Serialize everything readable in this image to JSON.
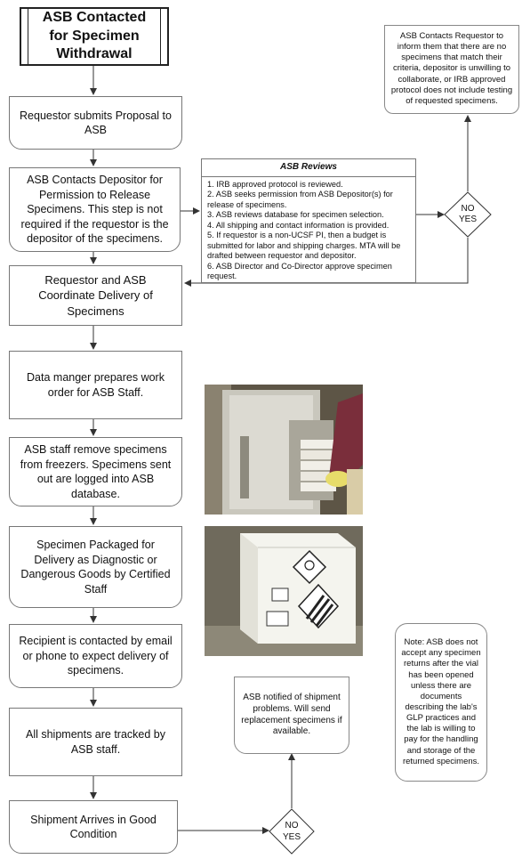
{
  "title": "ASB Contacted for Specimen Withdrawal",
  "steps": {
    "submit": "Requestor submits Proposal to ASB",
    "contact_depositor": "ASB Contacts Depositor for Permission to Release Specimens.  This step is not required  if the requestor is the depositor of the specimens.",
    "coordinate": "Requestor and ASB Coordinate Delivery of Specimens",
    "data_manager": "Data manger prepares work order for ASB Staff.",
    "remove": "ASB staff remove specimens from freezers. Specimens sent out are logged into ASB database.",
    "packaged": "Specimen Packaged for Delivery as Diagnostic or Dangerous Goods by Certified Staff",
    "recipient": "Recipient is contacted by email or phone to expect delivery of specimens.",
    "tracked": "All shipments are tracked by ASB staff.",
    "arrives": "Shipment Arrives in Good Condition"
  },
  "reviews": {
    "title": "ASB Reviews",
    "items": [
      "1.  IRB approved protocol is reviewed.",
      "2.  ASB seeks permission from ASB Depositor(s) for release of specimens.",
      "3.  ASB reviews database for specimen selection.",
      "4.  All shipping and contact information is provided.",
      "5.  If requestor is a non-UCSF PI, then a  budget is submitted for labor and shipping charges. MTA will be drafted between requestor and depositor.",
      "6.  ASB Director and Co-Director approve specimen request."
    ]
  },
  "no_match_note": "ASB Contacts Requestor to inform them that there are no specimens that match their criteria, depositor is unwilling to collaborate, or IRB approved protocol does not include testing of requested specimens.",
  "decision1": {
    "no": "NO",
    "yes": "YES"
  },
  "decision2": {
    "no": "NO",
    "yes": "YES"
  },
  "problem_note": "ASB notified of shipment problems.  Will send replacement specimens if available.",
  "returns_note": "Note:  ASB does not accept any specimen returns after the vial has been opened unless there are documents describing the lab's GLP practices and the lab is willing to pay for the handling and storage of the returned specimens.",
  "colors": {
    "line": "#333333",
    "border": "#777777",
    "photo_bg": "#6b6658",
    "box_bg": "#e9ece4"
  }
}
